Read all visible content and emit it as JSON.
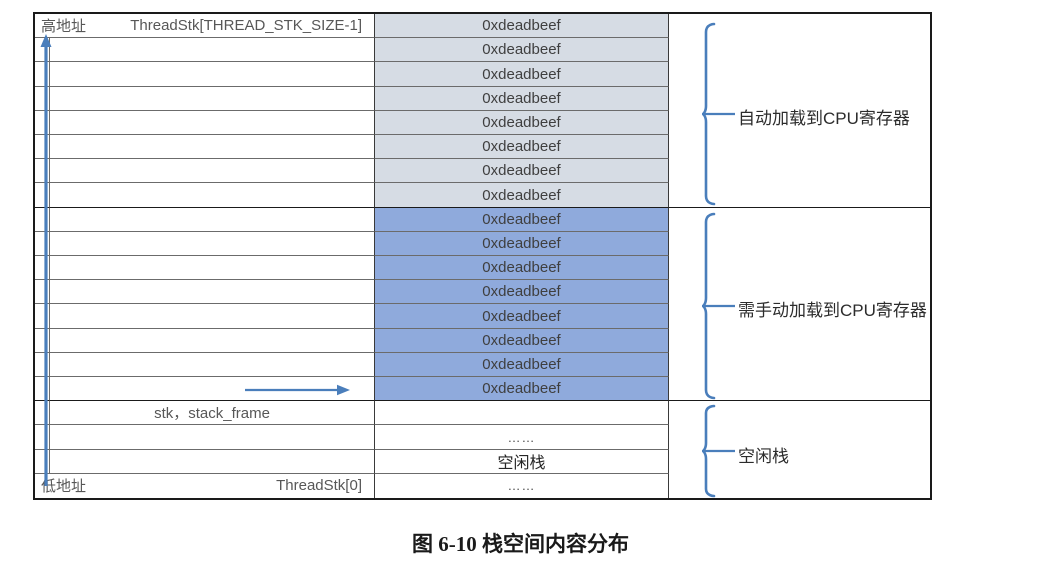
{
  "figure": {
    "caption": "图 6-10 栈空间内容分布",
    "top_row": {
      "address_label": "高地址",
      "index_label": "ThreadStk[THREAD_STK_SIZE-1]"
    },
    "bottom_row": {
      "address_label": "低地址",
      "index_label": "ThreadStk[0]"
    },
    "stack_pointer_label": "stk，stack_frame",
    "free_stack_label": "空闲栈",
    "dots": "……",
    "value_word": "0xdeadbeef",
    "colors": {
      "auto_load_fill": "#d6dce4",
      "manual_load_fill": "#8faadc",
      "free_fill": "#ffffff",
      "arrow": "#4a7ebb",
      "brace": "#4a7ebb",
      "border": "#1a1a1a"
    },
    "sections": [
      {
        "name": "auto-load",
        "label": "自动加载到CPU寄存器",
        "rows": 8,
        "fill": "#d6dce4"
      },
      {
        "name": "manual-load",
        "label": "需手动加载到CPU寄存器",
        "rows": 8,
        "fill": "#8faadc"
      },
      {
        "name": "free-stack",
        "label": "空闲栈",
        "rows": 4,
        "fill": "#ffffff"
      }
    ],
    "rows": [
      {
        "n": 1,
        "label_span": true,
        "value": "0xdeadbeef",
        "shade": "shade-light"
      },
      {
        "n": 2,
        "label_span": false,
        "value": "0xdeadbeef",
        "shade": "shade-light"
      },
      {
        "n": 3,
        "label_span": false,
        "value": "0xdeadbeef",
        "shade": "shade-light"
      },
      {
        "n": 4,
        "label_span": false,
        "value": "0xdeadbeef",
        "shade": "shade-light"
      },
      {
        "n": 5,
        "label_span": false,
        "value": "0xdeadbeef",
        "shade": "shade-light"
      },
      {
        "n": 6,
        "label_span": false,
        "value": "0xdeadbeef",
        "shade": "shade-light"
      },
      {
        "n": 7,
        "label_span": false,
        "value": "0xdeadbeef",
        "shade": "shade-light"
      },
      {
        "n": 8,
        "label_span": false,
        "value": "0xdeadbeef",
        "shade": "shade-light"
      },
      {
        "n": 9,
        "label_span": false,
        "value": "0xdeadbeef",
        "shade": "shade-blue"
      },
      {
        "n": 10,
        "label_span": false,
        "value": "0xdeadbeef",
        "shade": "shade-blue"
      },
      {
        "n": 11,
        "label_span": false,
        "value": "0xdeadbeef",
        "shade": "shade-blue"
      },
      {
        "n": 12,
        "label_span": false,
        "value": "0xdeadbeef",
        "shade": "shade-blue"
      },
      {
        "n": 13,
        "label_span": false,
        "value": "0xdeadbeef",
        "shade": "shade-blue"
      },
      {
        "n": 14,
        "label_span": false,
        "value": "0xdeadbeef",
        "shade": "shade-blue"
      },
      {
        "n": 15,
        "label_span": false,
        "value": "0xdeadbeef",
        "shade": "shade-blue"
      },
      {
        "n": 16,
        "label_span": false,
        "value": "0xdeadbeef",
        "shade": "shade-blue"
      },
      {
        "n": 17,
        "label_span": false,
        "value": "",
        "shade": ""
      },
      {
        "n": 18,
        "label_span": false,
        "value": "……",
        "shade": ""
      },
      {
        "n": 19,
        "label_span": false,
        "value": "空闲栈",
        "shade": ""
      },
      {
        "n": 20,
        "label_span": true,
        "value": "……",
        "shade": ""
      }
    ]
  }
}
